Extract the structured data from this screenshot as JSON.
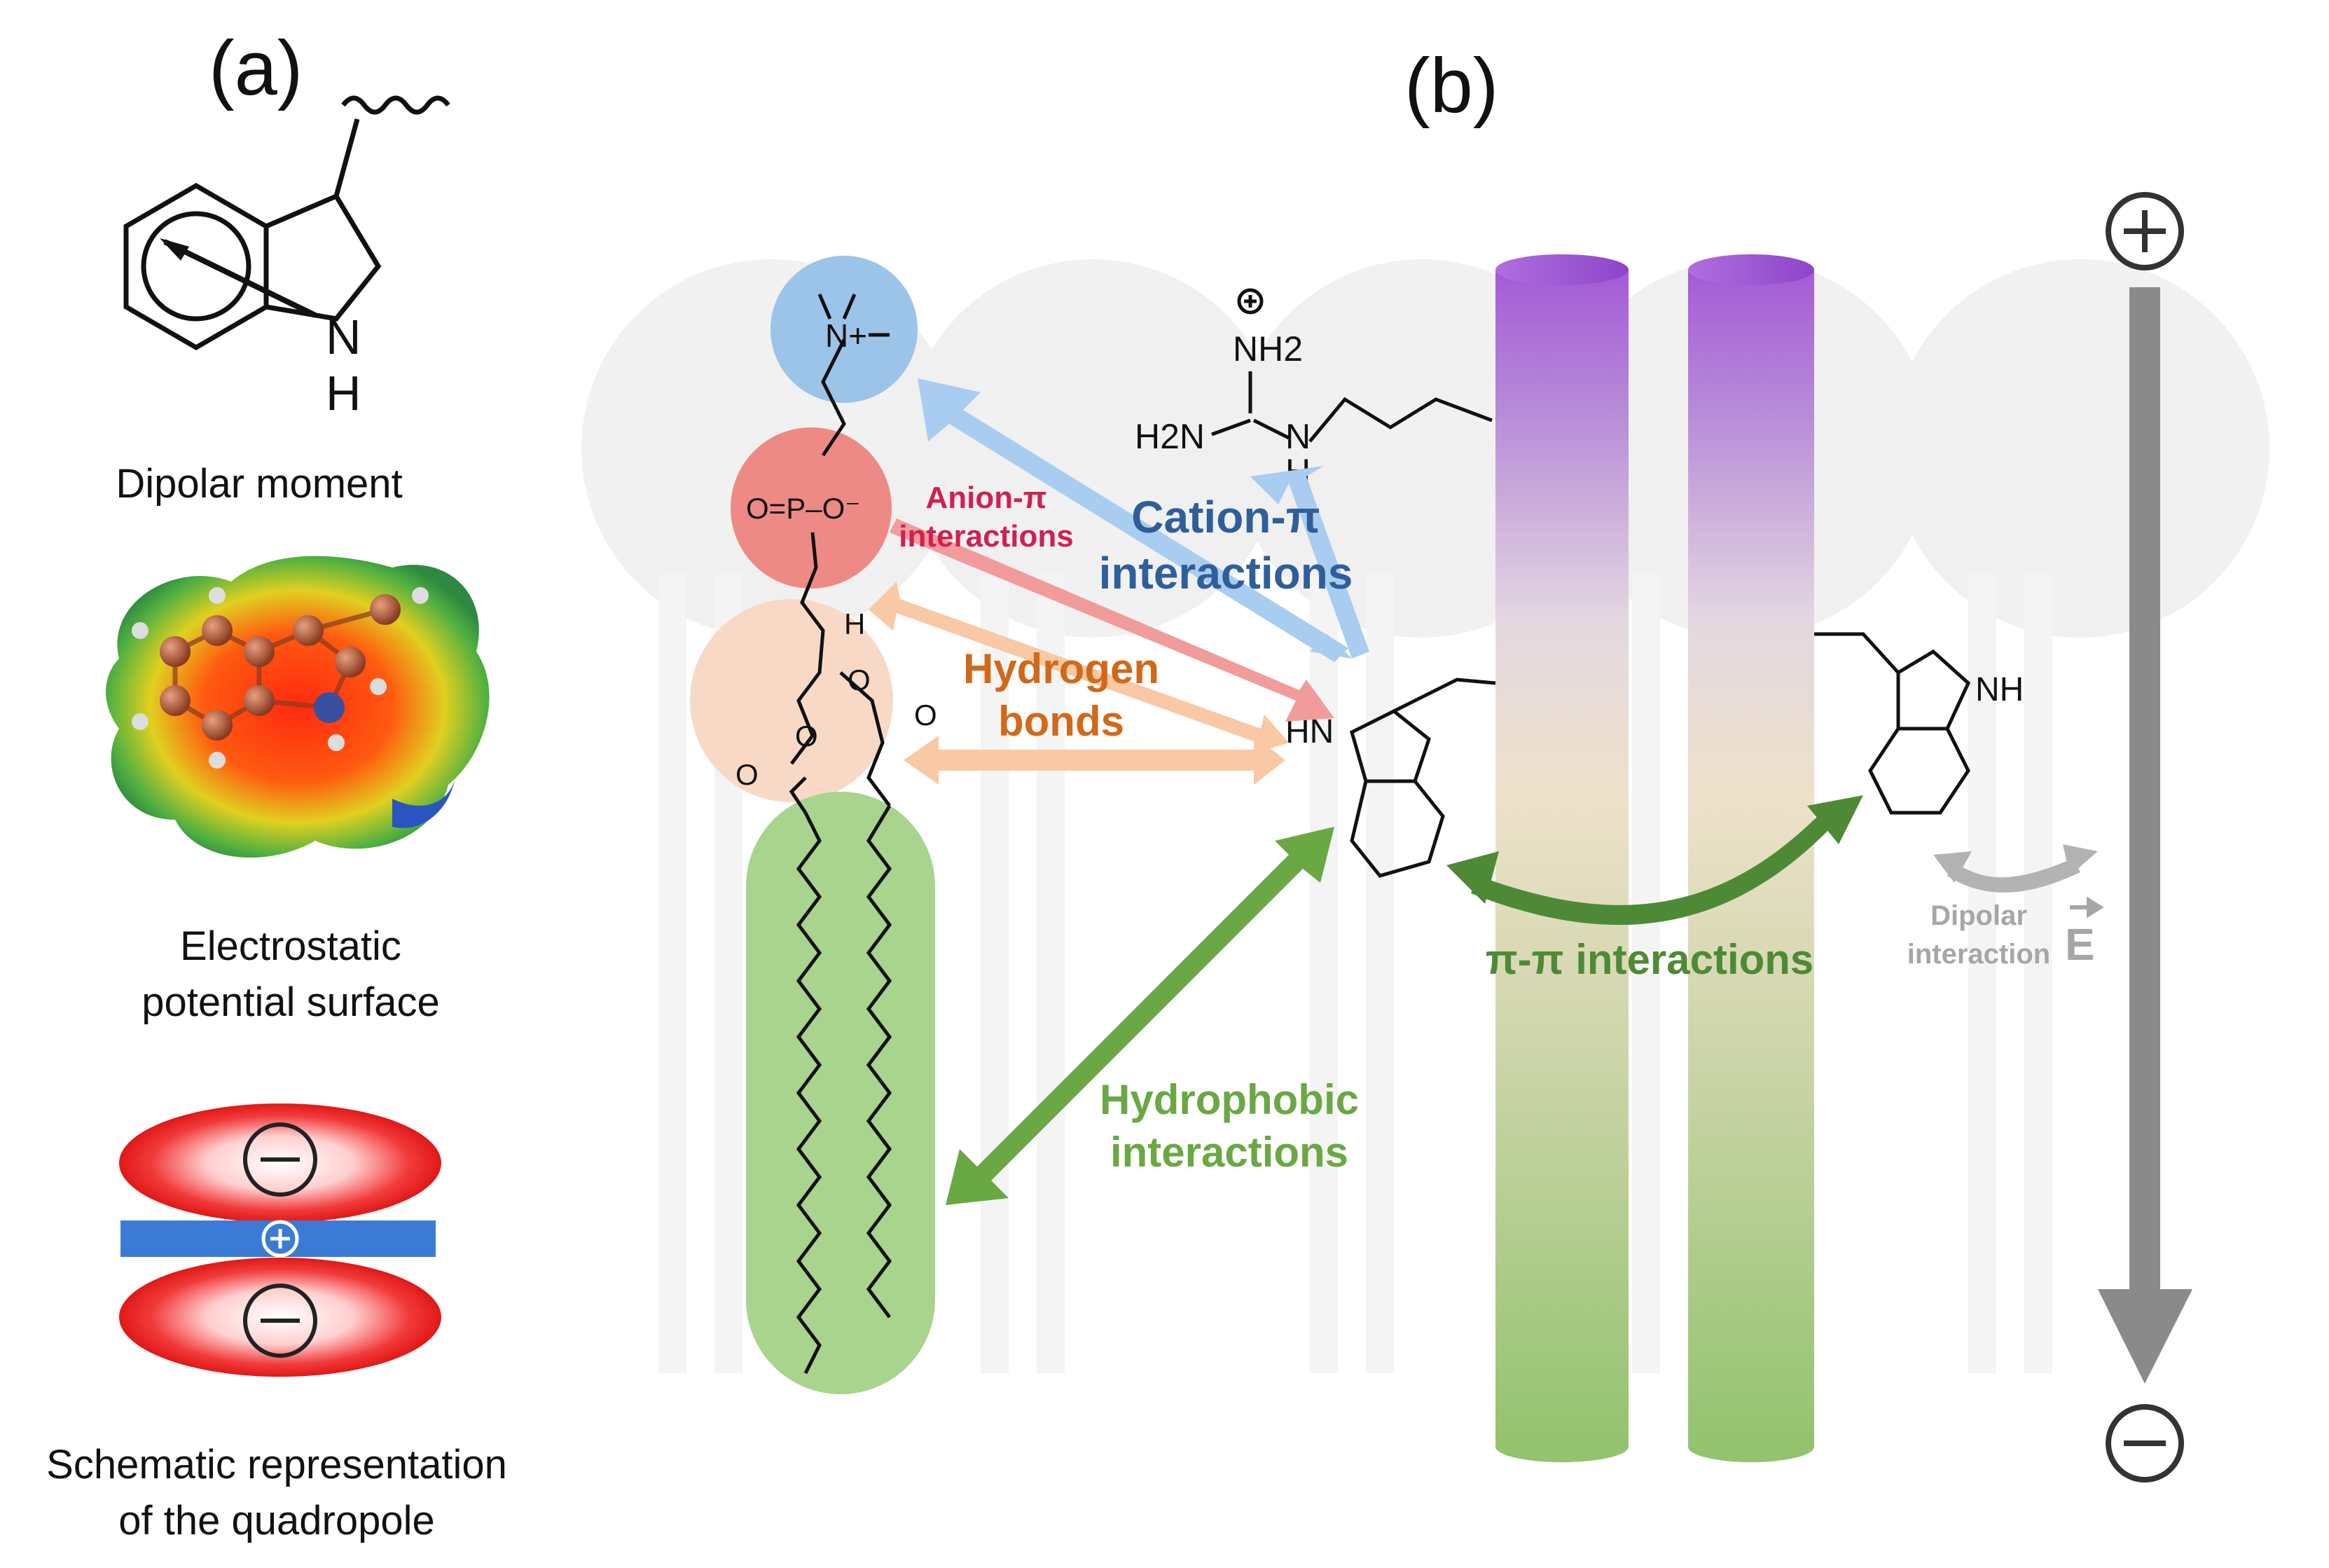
{
  "panel_a": {
    "label": "(a)",
    "caption_dipole": "Dipolar moment",
    "caption_esp_line1": "Electrostatic",
    "caption_esp_line2": "potential surface",
    "caption_quad_line1": "Schematic representation",
    "caption_quad_line2": "of the quadropole",
    "indole_N": "N",
    "indole_H": "H"
  },
  "panel_b": {
    "label": "(b)",
    "interactions": {
      "anion_pi_line1": "Anion-π",
      "anion_pi_line2": "interactions",
      "cation_pi_line1": "Cation-π",
      "cation_pi_line2": "interactions",
      "hbond_line1": "Hydrogen",
      "hbond_line2": "bonds",
      "hydrophobic_line1": "Hydrophobic",
      "hydrophobic_line2": "interactions",
      "pi_pi": "π-π interactions",
      "dipolar_line1": "Dipolar",
      "dipolar_line2": "interaction",
      "field": "E"
    },
    "chem": {
      "nh2_top": "NH2",
      "h2n": "H2N",
      "n_arg": "N",
      "h_arg": "H",
      "n_choline": "N+",
      "phosphate": "O=P–O⁻",
      "o": "O",
      "h_glycerol": "H",
      "hn": "HN",
      "nh": "NH"
    }
  },
  "colors": {
    "cation_pi": "#a8cdf0",
    "anion_pi": "#f29b9b",
    "hbond": "#f8c9a4",
    "hydrophobic": "#6aa844",
    "pi_pi": "#4e8a35",
    "dipolar": "#b3b3b3",
    "field": "#8a8a8a"
  }
}
